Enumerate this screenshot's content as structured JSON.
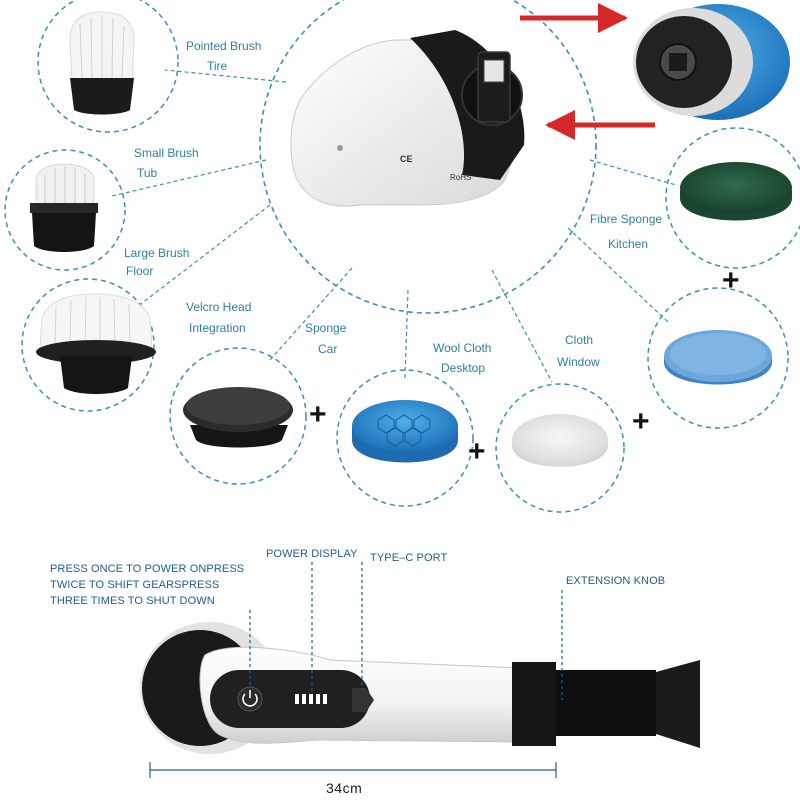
{
  "colors": {
    "dash": "#3a8fb6",
    "label_blue": "#2f7fa4",
    "callout_blue": "#1e5d90",
    "arrow_red": "#d62828"
  },
  "heads": {
    "pointed": {
      "line1": "Pointed Brush",
      "line2": "Tire"
    },
    "small": {
      "line1": "Small Brush",
      "line2": "Tub"
    },
    "large": {
      "line1": "Large Brush",
      "line2": "Floor"
    },
    "velcro": {
      "line1": "Velcro Head",
      "line2": "Integration"
    },
    "sponge": {
      "line1": "Sponge",
      "line2": "Car"
    },
    "wool": {
      "line1": "Wool Cloth",
      "line2": "Desktop"
    },
    "cloth": {
      "line1": "Cloth",
      "line2": "Window"
    },
    "fibre": {
      "line1": "Fibre Sponge",
      "line2": "Kitchen"
    }
  },
  "plus_symbol": "+",
  "handle_markings": {
    "ce": "CE",
    "rohs": "RoHS"
  },
  "callouts": {
    "power_button": {
      "line1": "PRESS ONCE TO POWER ONPRESS",
      "line2": "TWICE TO SHIFT GEARSPRESS",
      "line3": "THREE TIMES TO SHUT DOWN"
    },
    "power_display": "POWER DISPLAY",
    "type_c_port": "TYPE–C PORT",
    "extension_knob": "EXTENSION KNOB"
  },
  "dimension": "34cm",
  "icons": [
    "power-icon",
    "battery-level-icon",
    "plus-icon",
    "red-arrow-icon"
  ]
}
